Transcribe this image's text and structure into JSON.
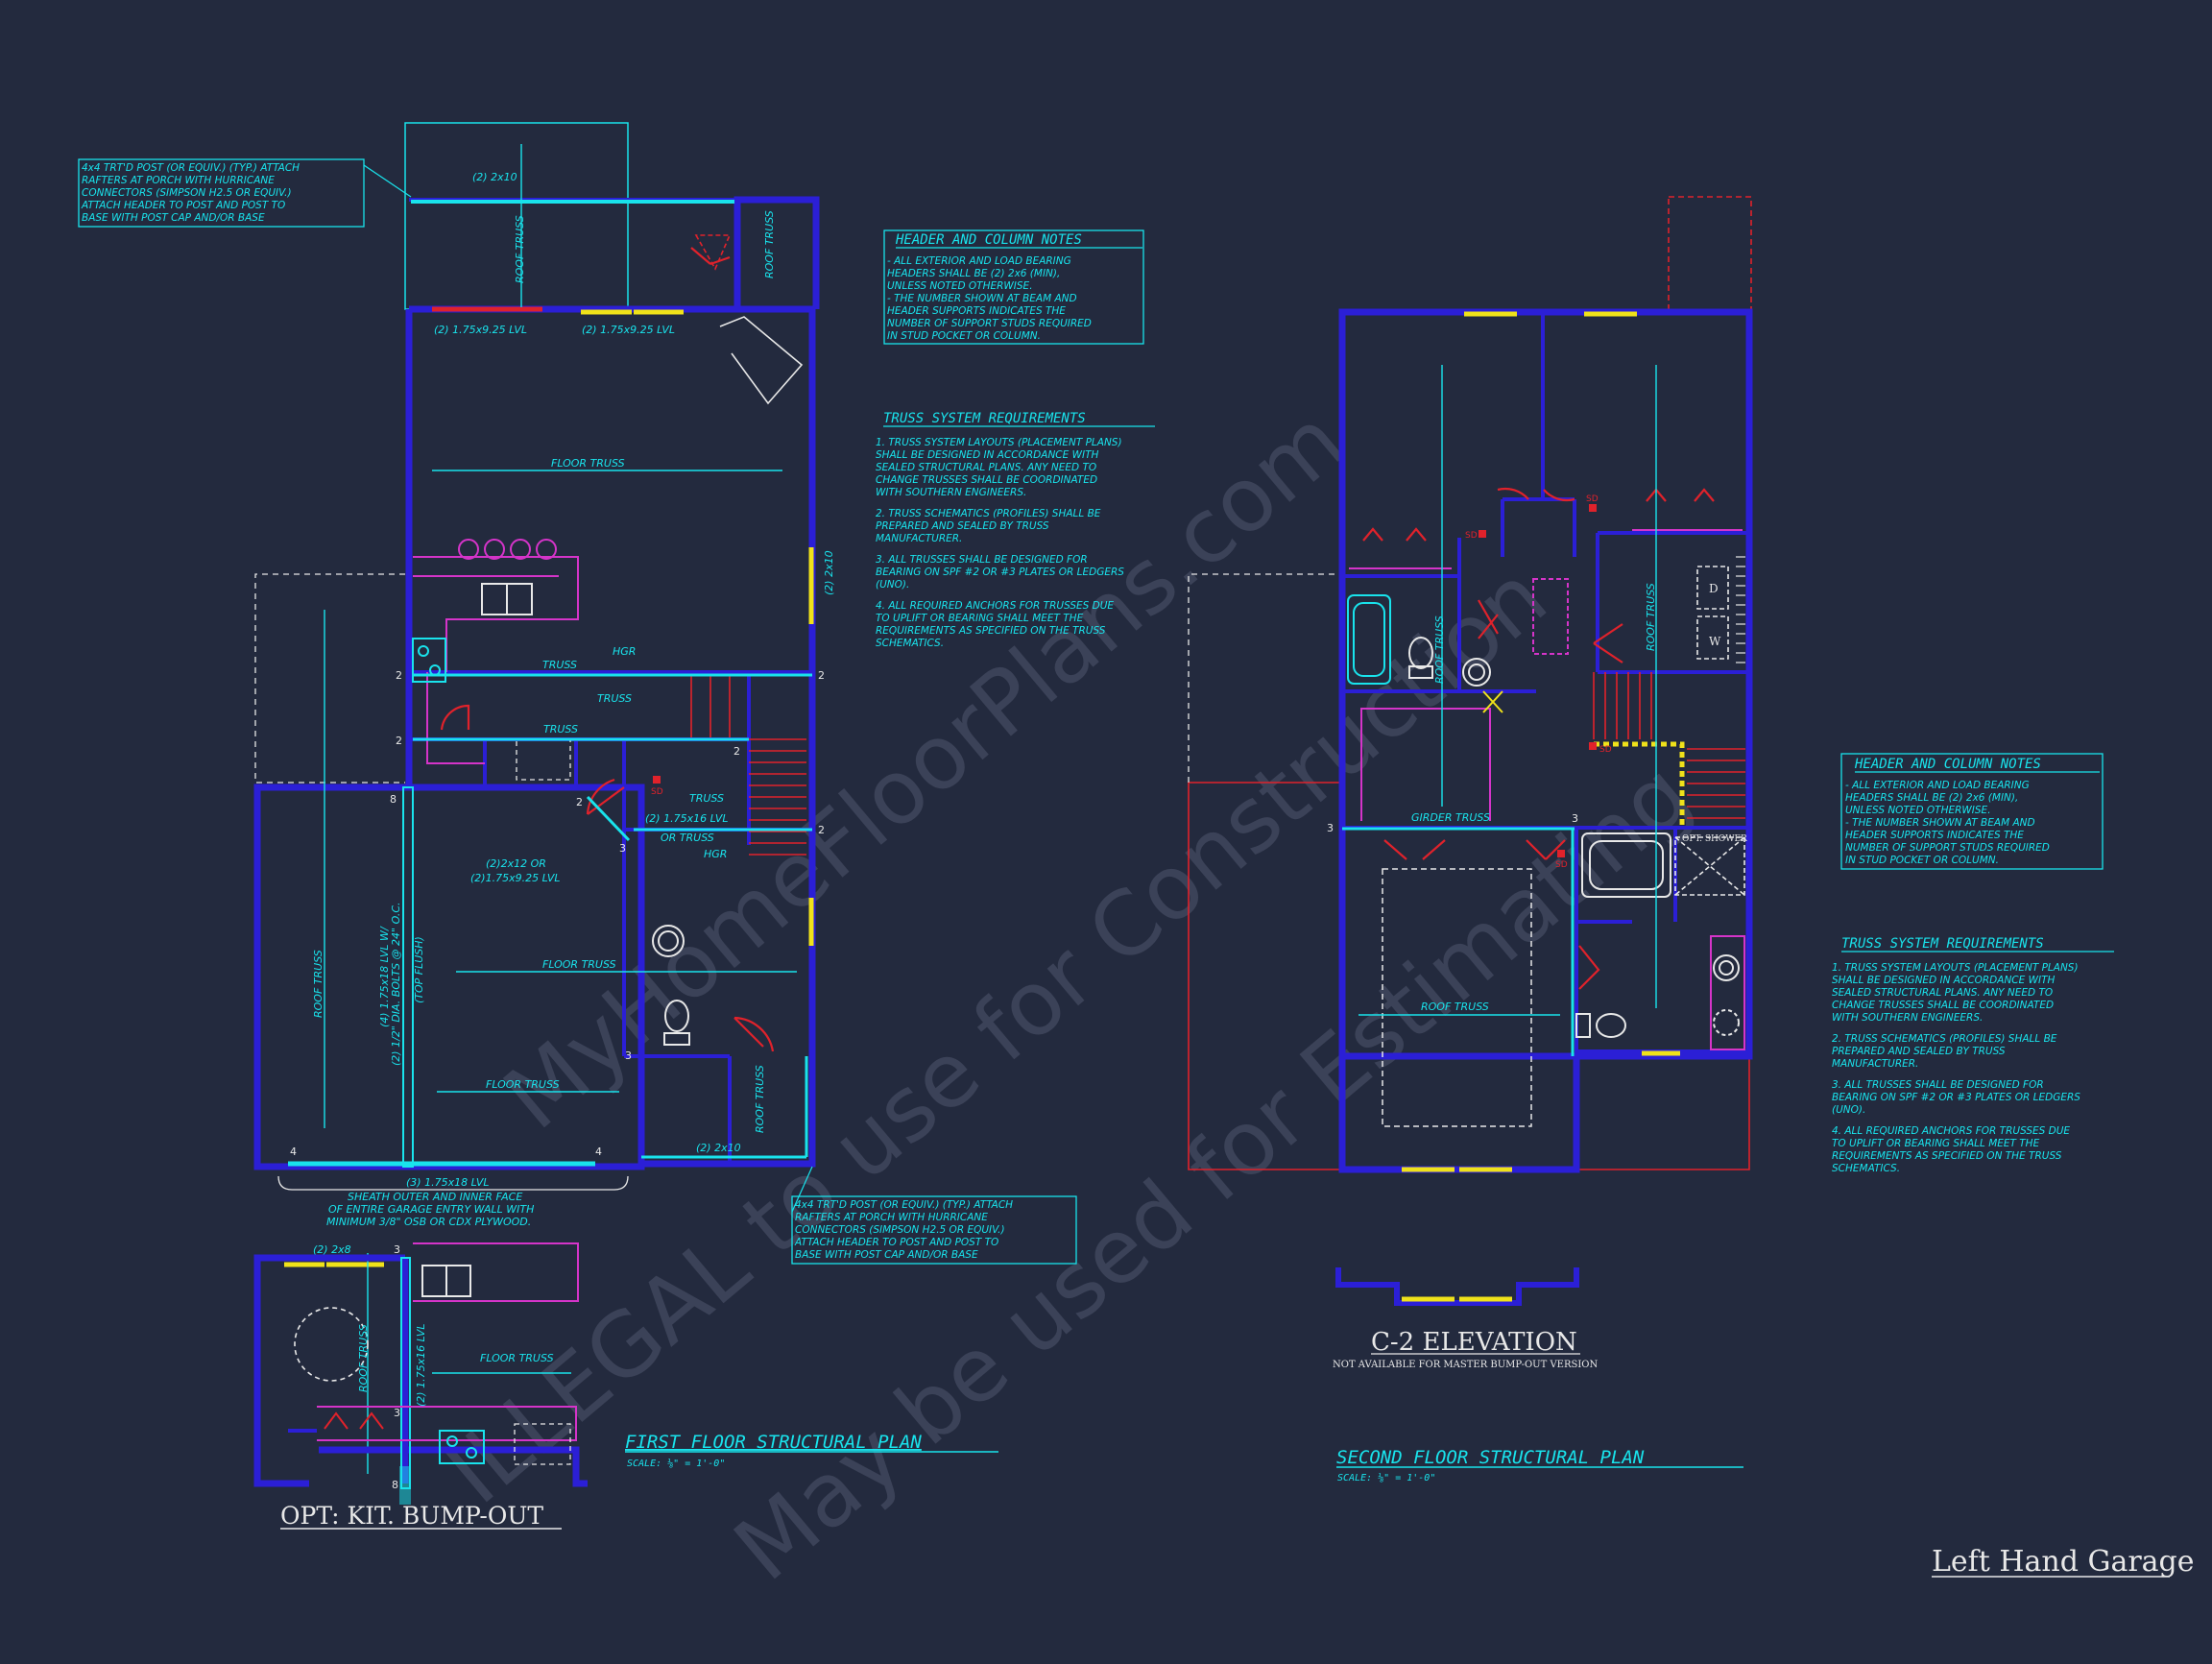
{
  "colors": {
    "background": "#232a3e",
    "wall": "#2b1fd6",
    "cyan": "#19e3ec",
    "magenta": "#d534c9",
    "red": "#e0222b",
    "yellow": "#f0e21a",
    "white": "#e8e8e8",
    "watermark": "#6a7088"
  },
  "watermark": {
    "line1": "MyHomeFloorPlans.com",
    "line2": "ILLEGAL to use for Construction",
    "line3": "May be used for Estimating"
  },
  "notes_header_1": {
    "title": "HEADER AND COLUMN NOTES",
    "lines": [
      "- ALL EXTERIOR AND LOAD BEARING",
      "HEADERS SHALL BE (2) 2x6 (MIN),",
      "UNLESS NOTED OTHERWISE.",
      "- THE NUMBER SHOWN AT BEAM AND",
      "HEADER SUPPORTS INDICATES THE",
      "NUMBER OF SUPPORT STUDS REQUIRED",
      "IN STUD POCKET OR COLUMN."
    ]
  },
  "notes_truss_1": {
    "title": "TRUSS SYSTEM REQUIREMENTS",
    "lines": [
      "1. TRUSS SYSTEM LAYOUTS (PLACEMENT PLANS)",
      "SHALL BE DESIGNED IN ACCORDANCE WITH",
      "SEALED STRUCTURAL PLANS. ANY NEED TO",
      "CHANGE TRUSSES SHALL BE COORDINATED",
      "WITH SOUTHERN ENGINEERS.",
      "",
      "2. TRUSS SCHEMATICS (PROFILES) SHALL BE",
      "PREPARED AND SEALED BY TRUSS",
      "MANUFACTURER.",
      "",
      "3. ALL TRUSSES SHALL BE DESIGNED FOR",
      "BEARING ON SPF #2 OR #3 PLATES OR LEDGERS",
      "(UNO).",
      "",
      "4. ALL REQUIRED ANCHORS FOR TRUSSES DUE",
      "TO UPLIFT OR BEARING SHALL MEET THE",
      "REQUIREMENTS AS SPECIFIED ON THE TRUSS",
      "SCHEMATICS."
    ]
  },
  "notes_header_2": {
    "title": "HEADER AND COLUMN NOTES",
    "lines": [
      "- ALL EXTERIOR AND LOAD BEARING",
      "HEADERS SHALL BE (2) 2x6 (MIN),",
      "UNLESS NOTED OTHERWISE.",
      "- THE NUMBER SHOWN AT BEAM AND",
      "HEADER SUPPORTS INDICATES THE",
      "NUMBER OF SUPPORT STUDS REQUIRED",
      "IN STUD POCKET OR COLUMN."
    ]
  },
  "notes_truss_2": {
    "title": "TRUSS SYSTEM REQUIREMENTS",
    "lines": [
      "1. TRUSS SYSTEM LAYOUTS (PLACEMENT PLANS)",
      "SHALL BE DESIGNED IN ACCORDANCE WITH",
      "SEALED STRUCTURAL PLANS. ANY NEED TO",
      "CHANGE TRUSSES SHALL BE COORDINATED",
      "WITH SOUTHERN ENGINEERS.",
      "2. TRUSS SCHEMATICS (PROFILES) SHALL BE",
      "PREPARED AND SEALED BY TRUSS",
      "MANUFACTURER.",
      "3. ALL TRUSSES SHALL BE DESIGNED FOR",
      "BEARING ON SPF #2 OR #3 PLATES OR LEDGERS",
      "(UNO).",
      "4. ALL REQUIRED ANCHORS FOR TRUSSES DUE",
      "TO UPLIFT OR BEARING SHALL MEET THE",
      "REQUIREMENTS AS SPECIFIED ON THE TRUSS",
      "SCHEMATICS."
    ]
  },
  "post_note_top": {
    "lines": [
      "4x4 TRT'D POST (OR EQUIV.) (TYP.) ATTACH",
      "RAFTERS AT PORCH WITH HURRICANE",
      "CONNECTORS (SIMPSON H2.5 OR EQUIV.)",
      "ATTACH HEADER TO POST AND POST TO",
      "BASE WITH POST CAP AND/OR BASE"
    ]
  },
  "post_note_bottom": {
    "lines": [
      "4x4 TRT'D POST (OR EQUIV.) (TYP.) ATTACH",
      "RAFTERS AT PORCH WITH HURRICANE",
      "CONNECTORS (SIMPSON H2.5 OR EQUIV.)",
      "ATTACH HEADER TO POST AND POST TO",
      "BASE WITH POST CAP AND/OR BASE"
    ]
  },
  "first_floor": {
    "title": "FIRST FLOOR STRUCTURAL PLAN",
    "scale": "SCALE: ⅛\" = 1'-0\"",
    "labels": {
      "porch_beam": "(2) 2x10",
      "roof_truss_porch": "ROOF TRUSS",
      "roof_truss_corner": "ROOF TRUSS",
      "lvl_left": "(2) 1.75x9.25 LVL",
      "lvl_right": "(2) 1.75x9.25 LVL",
      "floor_truss_top": "FLOOR TRUSS",
      "right_wall_beam": "(2) 2x10",
      "truss_a": "TRUSS",
      "hgr_a": "HGR",
      "truss_b": "TRUSS",
      "truss_c": "TRUSS",
      "truss_d": "TRUSS",
      "lvl_16": "(2) 1.75x16 LVL",
      "or_truss": "OR TRUSS",
      "hgr_b": "HGR",
      "beam_2x12_a": "(2)2x12 OR",
      "beam_2x12_b": "(2)1.75x9.25 LVL",
      "floor_truss_mid": "FLOOR TRUSS",
      "floor_truss_low": "FLOOR TRUSS",
      "roof_truss_garage": "ROOF TRUSS",
      "garage_beam_a": "(4) 1.75x18 LVL W/",
      "garage_beam_b": "(2) 1/2\" DIA. BOLTS @ 24\" O.C.",
      "garage_beam_c": "(TOP FLUSH)",
      "roof_truss_entry": "ROOF TRUSS",
      "entry_beam": "(2) 2x10",
      "garage_header": "(3) 1.75x18 LVL",
      "sheath_1": "SHEATH OUTER AND INNER FACE",
      "sheath_2": "OF ENTIRE GARAGE ENTRY WALL WITH",
      "sheath_3": "MINIMUM 3/8\" OSB OR CDX PLYWOOD.",
      "sd": "SD",
      "n2": "2",
      "n3": "3",
      "n4": "4",
      "n8": "8"
    }
  },
  "bumpout": {
    "title": "OPT: KIT. BUMP-OUT",
    "labels": {
      "beam": "(2) 2x8",
      "n3": "3",
      "roof_truss": "ROOF TRUSS",
      "lvl": "(2) 1.75x16 LVL",
      "floor_truss": "FLOOR TRUSS",
      "n8": "8"
    }
  },
  "second_floor": {
    "title": "SECOND FLOOR STRUCTURAL PLAN",
    "scale": "SCALE: ⅛\" = 1'-0\"",
    "labels": {
      "roof_truss_a": "ROOF TRUSS",
      "roof_truss_b": "ROOF TRUSS",
      "girder_truss": "GIRDER TRUSS",
      "roof_truss_c": "ROOF TRUSS",
      "opt_shower": "OPT. SHOWER",
      "sd": "SD",
      "w": "W",
      "d": "D",
      "n3": "3"
    }
  },
  "elevation": {
    "title": "C-2 ELEVATION",
    "subtitle": "NOT AVAILABLE FOR MASTER BUMP-OUT VERSION"
  },
  "sheet_label": "Left Hand Garage"
}
